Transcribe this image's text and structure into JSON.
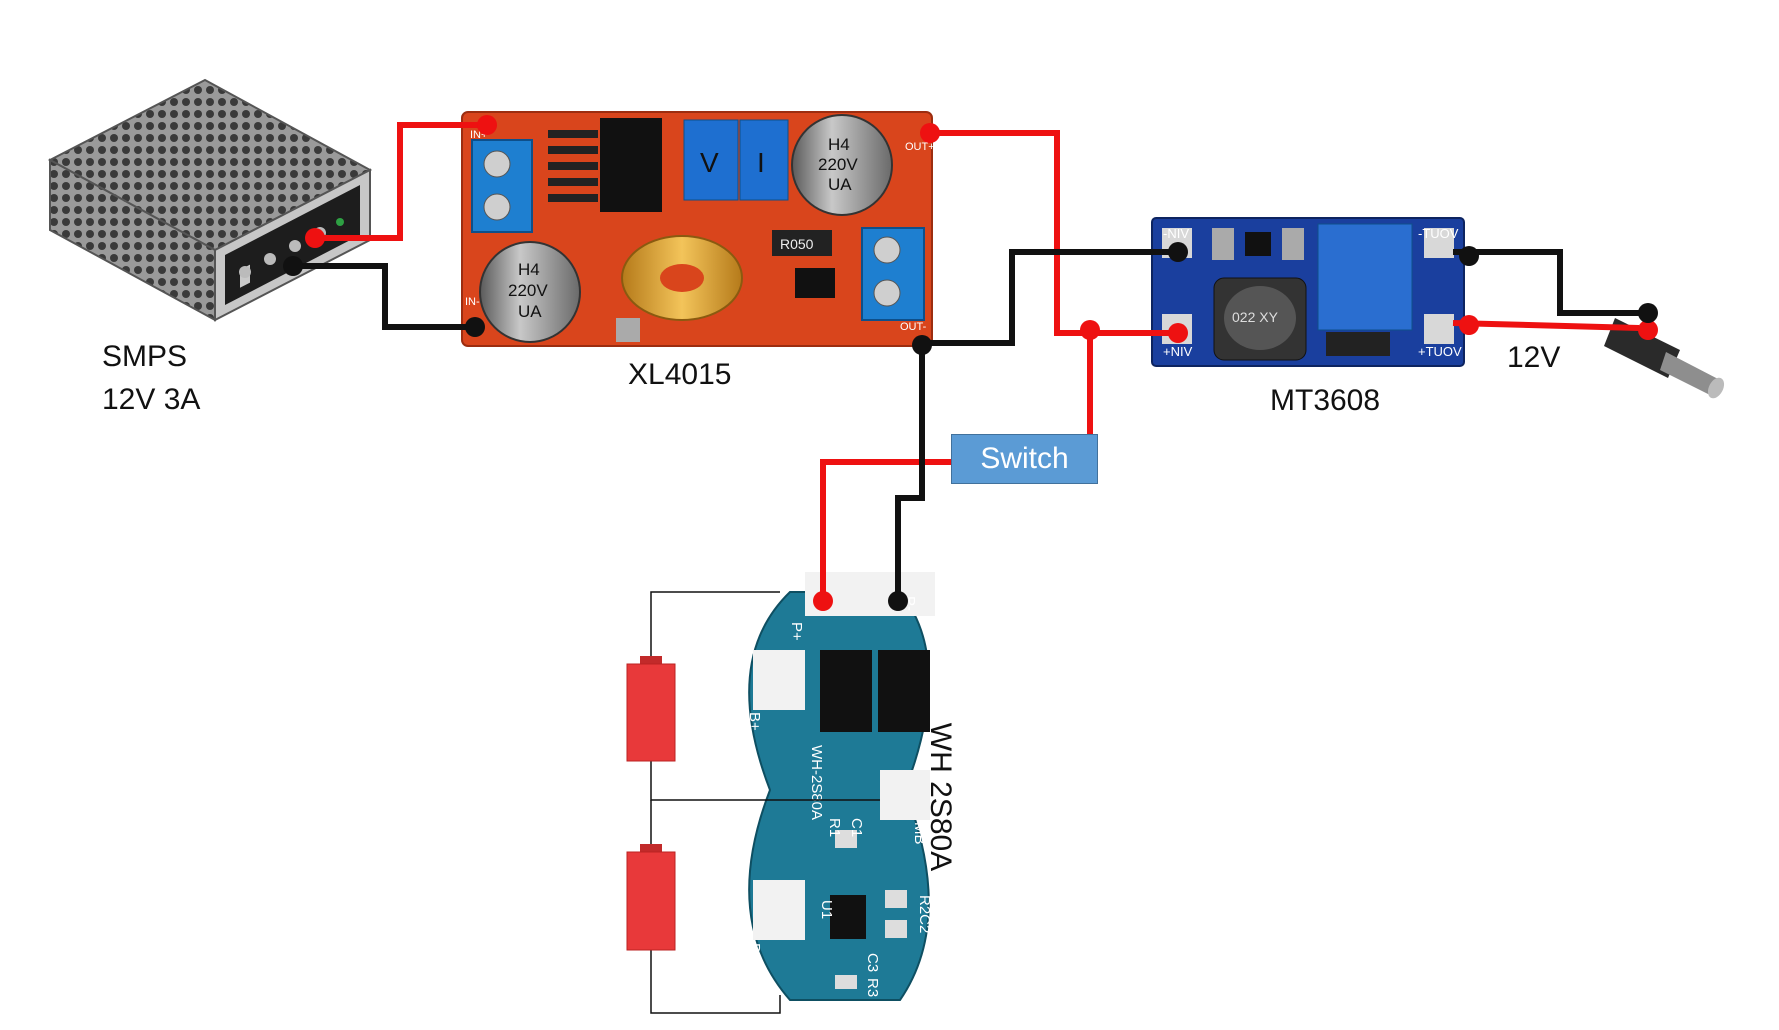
{
  "labels": {
    "smps_name": "SMPS",
    "smps_rating": "12V 3A",
    "buck_name": "XL4015",
    "boost_name": "MT3608",
    "output_voltage": "12V",
    "switch": "Switch",
    "bms_name": "WH 2S80A"
  },
  "silkscreen": {
    "cap1": [
      "H4",
      "220V",
      "UA"
    ],
    "cap2": [
      "H4",
      "220V",
      "UA"
    ],
    "pot_v": "V",
    "pot_i": "I",
    "in_plus": "IN+",
    "in_minus": "IN-",
    "out_plus": "OUT+",
    "out_minus": "OUT-",
    "r050": "R050",
    "vin_minus": "-NIV",
    "vin_plus": "+NIV",
    "vout_minus": "-TUOV",
    "vout_plus": "+TUOV",
    "inductor": "022 XY",
    "p_plus": "P+",
    "p_minus": "P-",
    "b_plus": "B+",
    "b_minus": "B-",
    "mb": "MB",
    "board_id": "WH-2S80A",
    "r1": "R1",
    "c1": "C1",
    "u1": "U1",
    "r2c2": "R2C2",
    "c3": "C3",
    "r3": "R3"
  },
  "colors": {
    "wire_positive": "#ee1111",
    "wire_negative": "#111111",
    "buck_pcb": "#d9451c",
    "boost_pcb": "#1a3f9e",
    "bms_pcb": "#1e7a96",
    "terminal_block": "#1e7fd0",
    "switch_fill": "#5b9bd5",
    "battery": "#e8393a"
  }
}
